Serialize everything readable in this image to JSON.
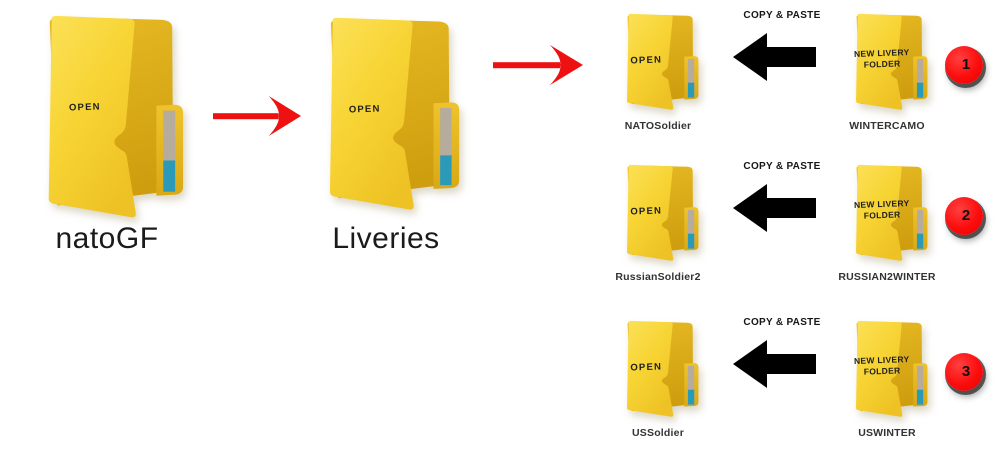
{
  "main_flow": {
    "folders": [
      {
        "face_label": "OPEN",
        "caption": "natoGF"
      },
      {
        "face_label": "OPEN",
        "caption": "Liveries"
      }
    ]
  },
  "rows": [
    {
      "step": "1",
      "action": "COPY & PASTE",
      "destination": {
        "face_label": "OPEN",
        "caption": "NATOSoldier"
      },
      "source": {
        "face_line1": "NEW LIVERY",
        "face_line2": "FOLDER",
        "caption": "WINTERCAMO"
      }
    },
    {
      "step": "2",
      "action": "COPY & PASTE",
      "destination": {
        "face_label": "OPEN",
        "caption": "RussianSoldier2"
      },
      "source": {
        "face_line1": "NEW LIVERY",
        "face_line2": "FOLDER",
        "caption": "RUSSIAN2WINTER"
      }
    },
    {
      "step": "3",
      "action": "COPY & PASTE",
      "destination": {
        "face_label": "OPEN",
        "caption": "USSoldier"
      },
      "source": {
        "face_line1": "NEW LIVERY",
        "face_line2": "FOLDER",
        "caption": "USWINTER"
      }
    }
  ],
  "colors": {
    "folder_front": "#f6d335",
    "folder_back": "#d9a614",
    "tab_strip": "#b5ac9d",
    "tab_strip_accent": "#2b9ab8",
    "arrow_red": "#ee1111",
    "arrow_black": "#000000",
    "badge_red": "#fc0d0d"
  }
}
